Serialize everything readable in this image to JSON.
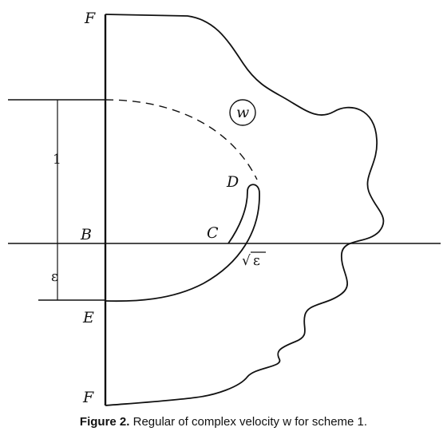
{
  "labels": {
    "f_top": "F",
    "f_bottom": "F",
    "b": "B",
    "c": "C",
    "d": "D",
    "e": "E",
    "w": "w",
    "one": "1",
    "epsilon": "ε",
    "sqrt_epsilon": "ε",
    "sqrt_symbol": "√"
  },
  "caption": {
    "number": "Figure 2.",
    "text": "Regular of complex velocity w for scheme 1."
  }
}
